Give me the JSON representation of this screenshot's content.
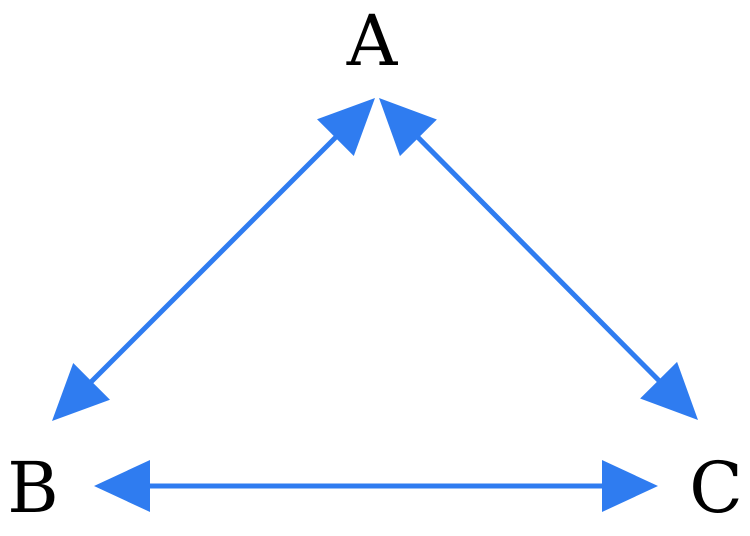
{
  "diagram": {
    "edge_color": "#2f7cf0",
    "label_color": "#000000",
    "nodes": [
      {
        "id": "A",
        "label": "A"
      },
      {
        "id": "B",
        "label": "B"
      },
      {
        "id": "C",
        "label": "C"
      }
    ],
    "edges": [
      {
        "from": "A",
        "to": "B",
        "direction": "both"
      },
      {
        "from": "A",
        "to": "C",
        "direction": "both"
      },
      {
        "from": "B",
        "to": "C",
        "direction": "both"
      }
    ]
  }
}
